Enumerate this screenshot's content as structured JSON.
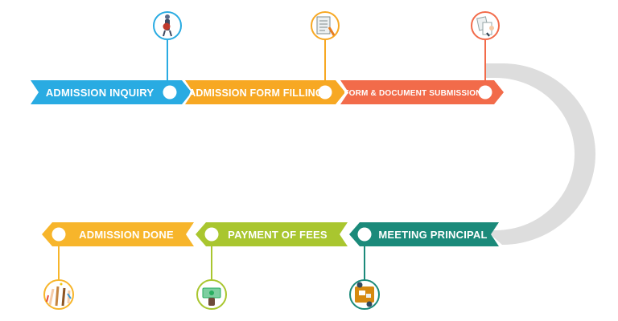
{
  "steps": [
    {
      "label": "ADMISSION INQUIRY",
      "color": "#29ABE2",
      "icon": "person-inquiry-icon"
    },
    {
      "label": "ADMISSION FORM FILLING",
      "color": "#F7A823",
      "icon": "form-clipboard-icon"
    },
    {
      "label": "FORM & DOCUMENT SUBMISSION",
      "color": "#F26B4A",
      "icon": "document-handover-icon"
    },
    {
      "label": "MEETING PRINCIPAL",
      "color": "#1B8A7A",
      "icon": "meeting-table-icon"
    },
    {
      "label": "PAYMENT OF FEES",
      "color": "#A9C62F",
      "icon": "cash-hand-icon"
    },
    {
      "label": "ADMISSION DONE",
      "color": "#F7B52B",
      "icon": "celebration-hands-icon"
    }
  ],
  "connector_color": "#DDDDDD"
}
